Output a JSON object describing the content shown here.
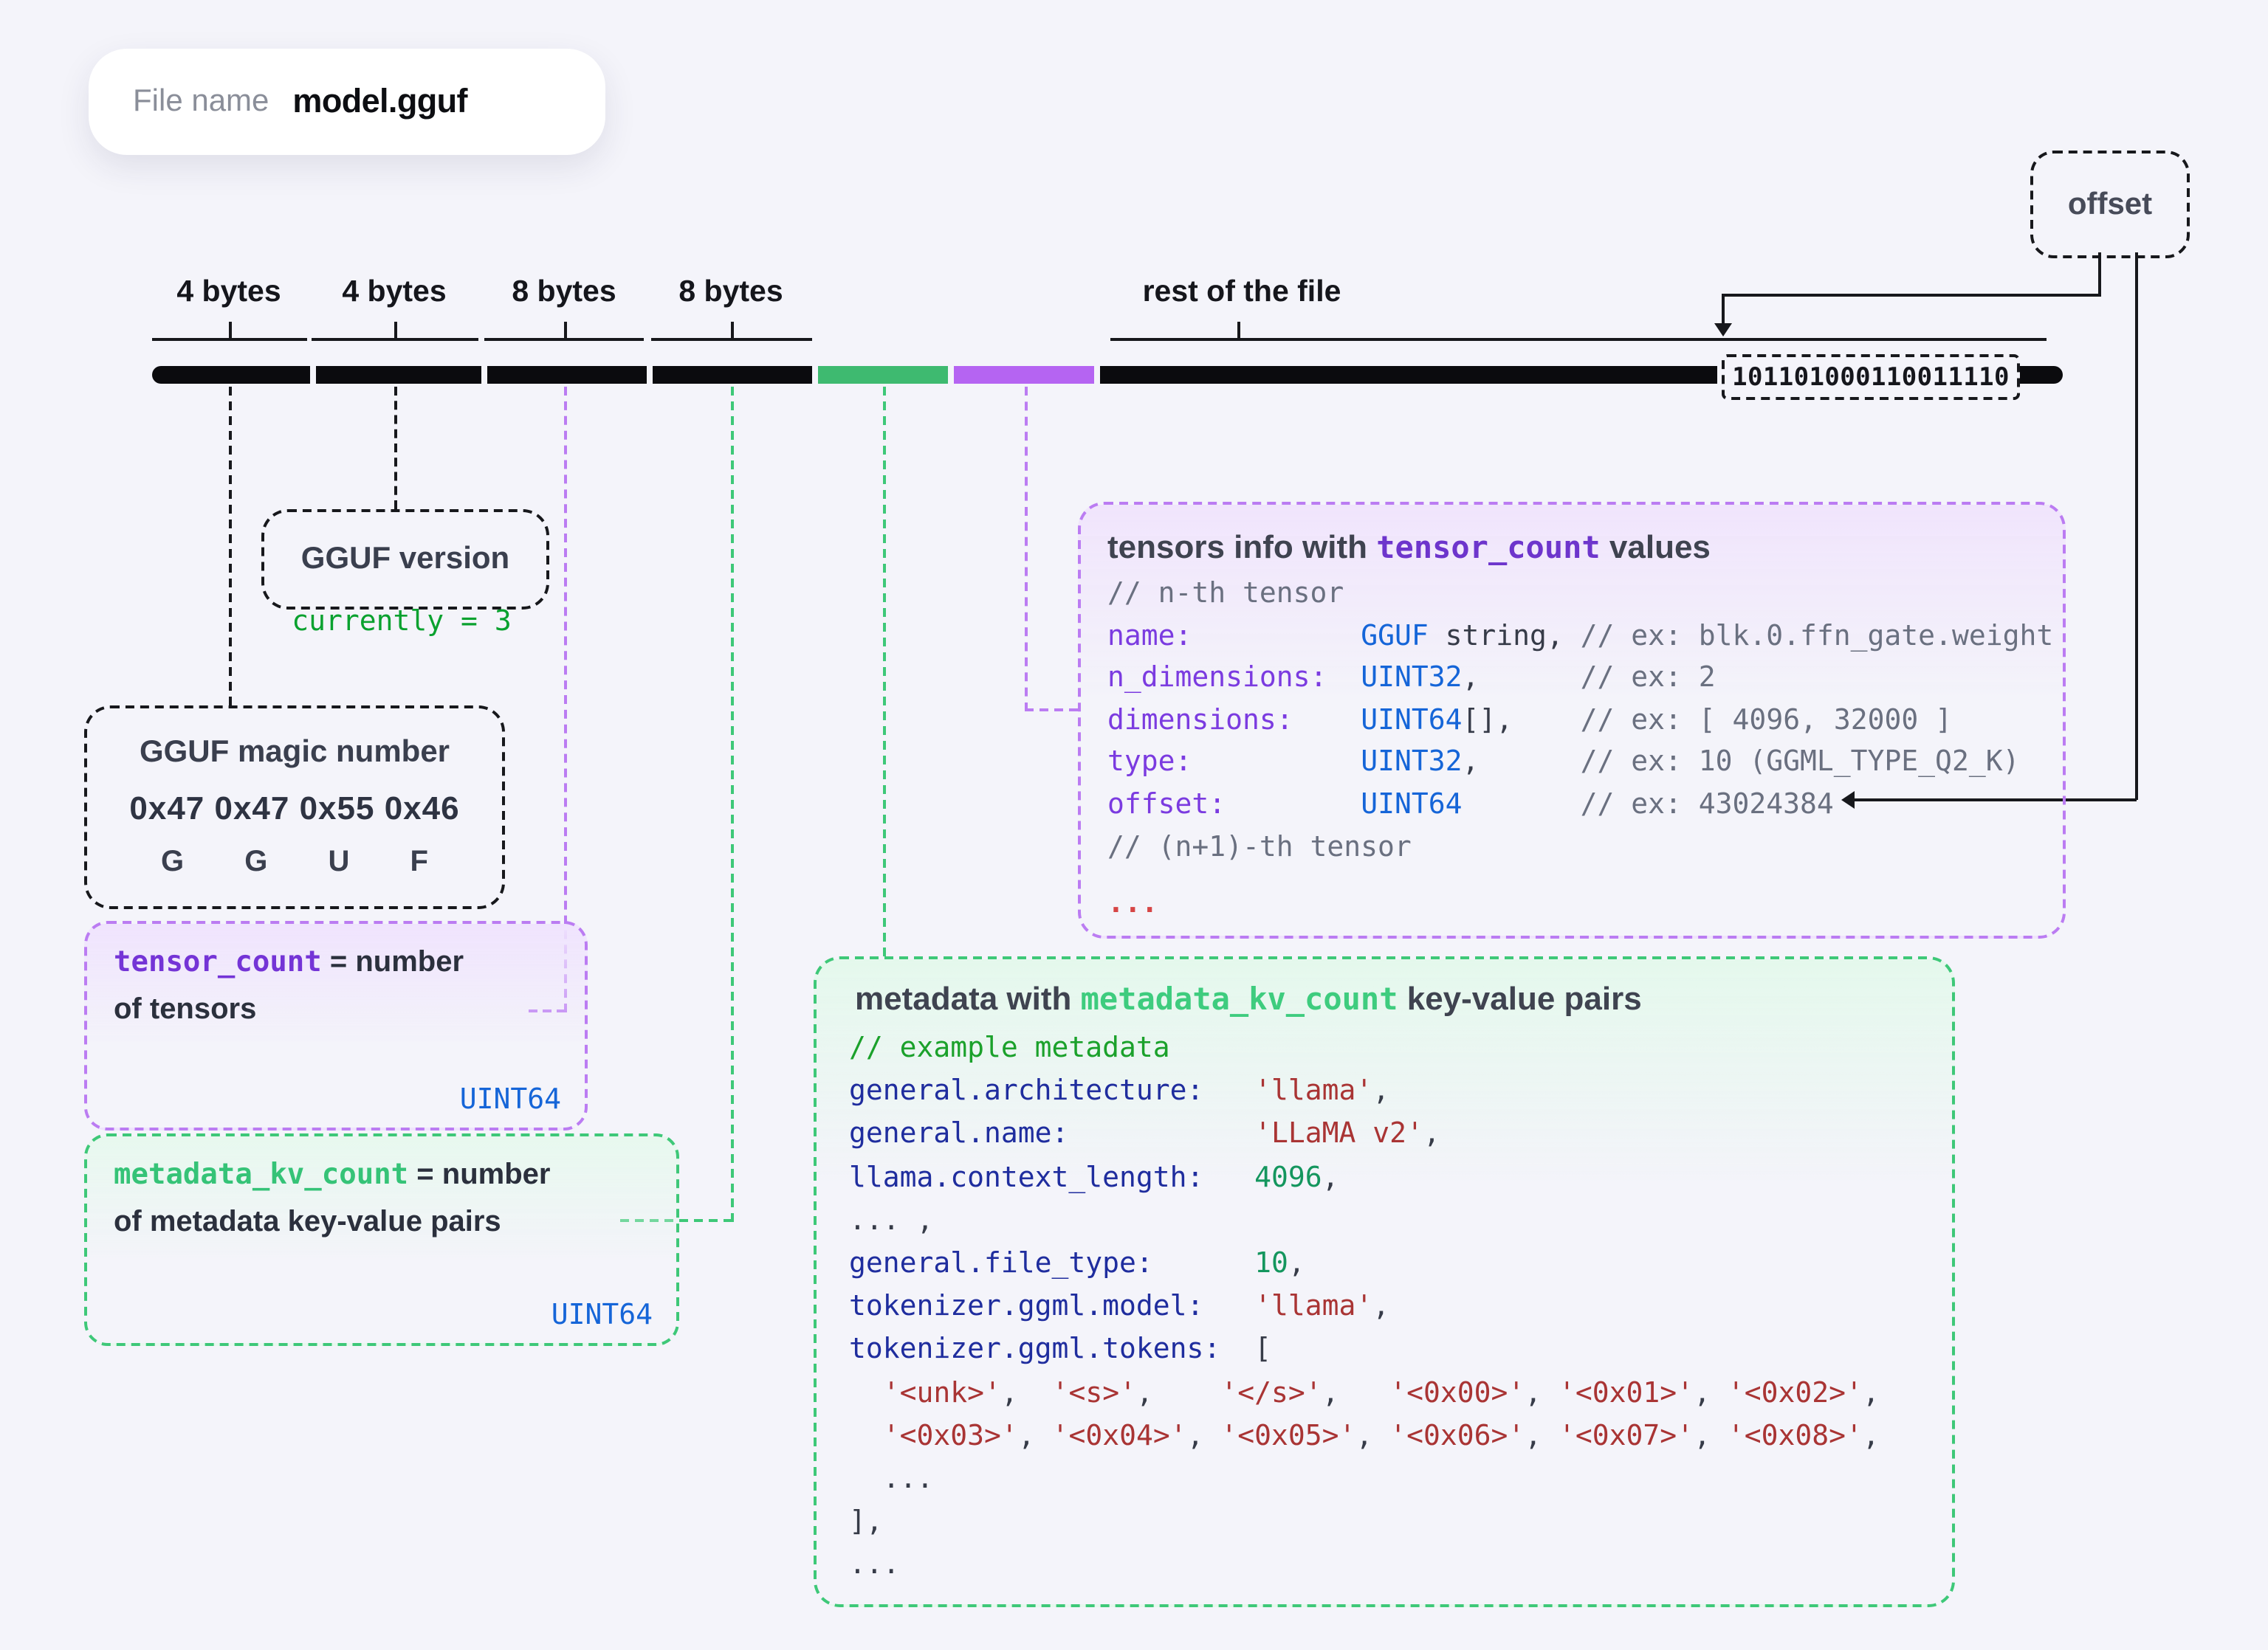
{
  "file_pill": {
    "label": "File name",
    "value": "model.gguf"
  },
  "offset_tag": {
    "label": "offset"
  },
  "byte_labels": [
    "4 bytes",
    "4 bytes",
    "8 bytes",
    "8 bytes"
  ],
  "rest_label": "rest of the file",
  "binary_value": "101101000110011110",
  "version_box": {
    "label": "GGUF version"
  },
  "currently_note": "currently = 3",
  "magic_box": {
    "title": "GGUF magic number",
    "hex": "0x47 0x47 0x55 0x46",
    "letters": [
      "G",
      "G",
      "U",
      "F"
    ]
  },
  "tensor_count_box": {
    "code": "tensor_count",
    "rest": " = number",
    "line2": "of tensors",
    "type": "UINT64"
  },
  "kv_count_box": {
    "code": "metadata_kv_count",
    "rest": " = number",
    "line2": "of metadata key-value pairs",
    "type": "UINT64"
  },
  "colors": {
    "bg": "#f4f4fa",
    "bar_black": "#0b0b0e",
    "green_segment": "#3eba70",
    "purple_segment": "#b564f2",
    "purple_border": "#bb7cf2",
    "green_border": "#3ec878",
    "line": "#17181c",
    "code": {
      "pu": "#7b3be0",
      "bl": "#1565d8",
      "cm": "#6a7080",
      "dk": "#363b48",
      "rd": "#a93434",
      "nv": "#1f2d9e",
      "gn": "#14965e",
      "cg": "#1ba12b",
      "rdd": "#d64545"
    }
  },
  "tensors_box": {
    "title": [
      {
        "t": "tensors info with ",
        "c": "title"
      },
      {
        "t": "tensor_count",
        "c": "titleMonoPurple"
      },
      {
        "t": " values",
        "c": "title"
      }
    ],
    "lines": [
      {
        "segs": [
          {
            "t": "// n-th tensor",
            "c": "cm"
          }
        ]
      },
      {
        "segs": [
          {
            "t": "name:",
            "c": "pu"
          },
          {
            "t": "          ",
            "c": "dk"
          },
          {
            "t": "GGUF",
            "c": "bl"
          },
          {
            "t": " string, ",
            "c": "dk"
          },
          {
            "t": "// ex: blk.0.ffn_gate.weight",
            "c": "cm"
          }
        ]
      },
      {
        "segs": [
          {
            "t": "n_dimensions:",
            "c": "pu"
          },
          {
            "t": "  ",
            "c": "dk"
          },
          {
            "t": "UINT32",
            "c": "bl"
          },
          {
            "t": ",      ",
            "c": "dk"
          },
          {
            "t": "// ex: 2",
            "c": "cm"
          }
        ]
      },
      {
        "segs": [
          {
            "t": "dimensions:",
            "c": "pu"
          },
          {
            "t": "    ",
            "c": "dk"
          },
          {
            "t": "UINT64",
            "c": "bl"
          },
          {
            "t": "[],    ",
            "c": "dk"
          },
          {
            "t": "// ex: [ 4096, 32000 ]",
            "c": "cm"
          }
        ]
      },
      {
        "segs": [
          {
            "t": "type:",
            "c": "pu"
          },
          {
            "t": "          ",
            "c": "dk"
          },
          {
            "t": "UINT32",
            "c": "bl"
          },
          {
            "t": ",      ",
            "c": "dk"
          },
          {
            "t": "// ex: 10 (GGML_TYPE_Q2_K)",
            "c": "cm"
          }
        ]
      },
      {
        "segs": [
          {
            "t": "offset:",
            "c": "pu"
          },
          {
            "t": "        ",
            "c": "dk"
          },
          {
            "t": "UINT64",
            "c": "bl"
          },
          {
            "t": "       ",
            "c": "dk"
          },
          {
            "t": "// ex: 43024384",
            "c": "cm"
          }
        ]
      },
      {
        "segs": [
          {
            "t": "// (n+1)-th tensor",
            "c": "cm"
          }
        ]
      },
      {
        "h": 10,
        "segs": []
      },
      {
        "segs": [
          {
            "t": "...",
            "c": "rdd"
          }
        ]
      }
    ]
  },
  "metadata_box": {
    "title": [
      {
        "t": "metadata with ",
        "c": "title"
      },
      {
        "t": "metadata_kv_count",
        "c": "titleMonoGreen"
      },
      {
        "t": " key-value pairs",
        "c": "title"
      }
    ],
    "lines": [
      {
        "segs": [
          {
            "t": "// example metadata",
            "c": "cg"
          }
        ]
      },
      {
        "segs": [
          {
            "t": "general.architecture:",
            "c": "nv"
          },
          {
            "t": "   ",
            "c": "dk"
          },
          {
            "t": "'llama'",
            "c": "rd"
          },
          {
            "t": ",",
            "c": "dk"
          }
        ]
      },
      {
        "segs": [
          {
            "t": "general.name:",
            "c": "nv"
          },
          {
            "t": "           ",
            "c": "dk"
          },
          {
            "t": "'LLaMA v2'",
            "c": "rd"
          },
          {
            "t": ",",
            "c": "dk"
          }
        ]
      },
      {
        "segs": [
          {
            "t": "llama.context_length:",
            "c": "nv"
          },
          {
            "t": "   ",
            "c": "dk"
          },
          {
            "t": "4096",
            "c": "gn"
          },
          {
            "t": ",",
            "c": "dk"
          }
        ]
      },
      {
        "segs": [
          {
            "t": "... ,",
            "c": "dk"
          }
        ]
      },
      {
        "segs": [
          {
            "t": "general.file_type:",
            "c": "nv"
          },
          {
            "t": "      ",
            "c": "dk"
          },
          {
            "t": "10",
            "c": "gn"
          },
          {
            "t": ",",
            "c": "dk"
          }
        ]
      },
      {
        "segs": [
          {
            "t": "tokenizer.ggml.model:",
            "c": "nv"
          },
          {
            "t": "   ",
            "c": "dk"
          },
          {
            "t": "'llama'",
            "c": "rd"
          },
          {
            "t": ",",
            "c": "dk"
          }
        ]
      },
      {
        "segs": [
          {
            "t": "tokenizer.ggml.tokens:",
            "c": "nv"
          },
          {
            "t": "  ",
            "c": "dk"
          },
          {
            "t": "[",
            "c": "dk"
          }
        ]
      },
      {
        "segs": [
          {
            "t": "  ",
            "c": "dk"
          },
          {
            "t": "'<unk>'",
            "c": "rd"
          },
          {
            "t": ",  ",
            "c": "dk"
          },
          {
            "t": "'<s>'",
            "c": "rd"
          },
          {
            "t": ",    ",
            "c": "dk"
          },
          {
            "t": "'</s>'",
            "c": "rd"
          },
          {
            "t": ",   ",
            "c": "dk"
          },
          {
            "t": "'<0x00>'",
            "c": "rd"
          },
          {
            "t": ", ",
            "c": "dk"
          },
          {
            "t": "'<0x01>'",
            "c": "rd"
          },
          {
            "t": ", ",
            "c": "dk"
          },
          {
            "t": "'<0x02>'",
            "c": "rd"
          },
          {
            "t": ",",
            "c": "dk"
          }
        ]
      },
      {
        "segs": [
          {
            "t": "  ",
            "c": "dk"
          },
          {
            "t": "'<0x03>'",
            "c": "rd"
          },
          {
            "t": ", ",
            "c": "dk"
          },
          {
            "t": "'<0x04>'",
            "c": "rd"
          },
          {
            "t": ", ",
            "c": "dk"
          },
          {
            "t": "'<0x05>'",
            "c": "rd"
          },
          {
            "t": ", ",
            "c": "dk"
          },
          {
            "t": "'<0x06>'",
            "c": "rd"
          },
          {
            "t": ", ",
            "c": "dk"
          },
          {
            "t": "'<0x07>'",
            "c": "rd"
          },
          {
            "t": ", ",
            "c": "dk"
          },
          {
            "t": "'<0x08>'",
            "c": "rd"
          },
          {
            "t": ",",
            "c": "dk"
          }
        ]
      },
      {
        "segs": [
          {
            "t": "  ...",
            "c": "dk"
          }
        ]
      },
      {
        "segs": [
          {
            "t": "],",
            "c": "dk"
          }
        ]
      },
      {
        "segs": [
          {
            "t": "...",
            "c": "dk"
          }
        ]
      }
    ]
  }
}
